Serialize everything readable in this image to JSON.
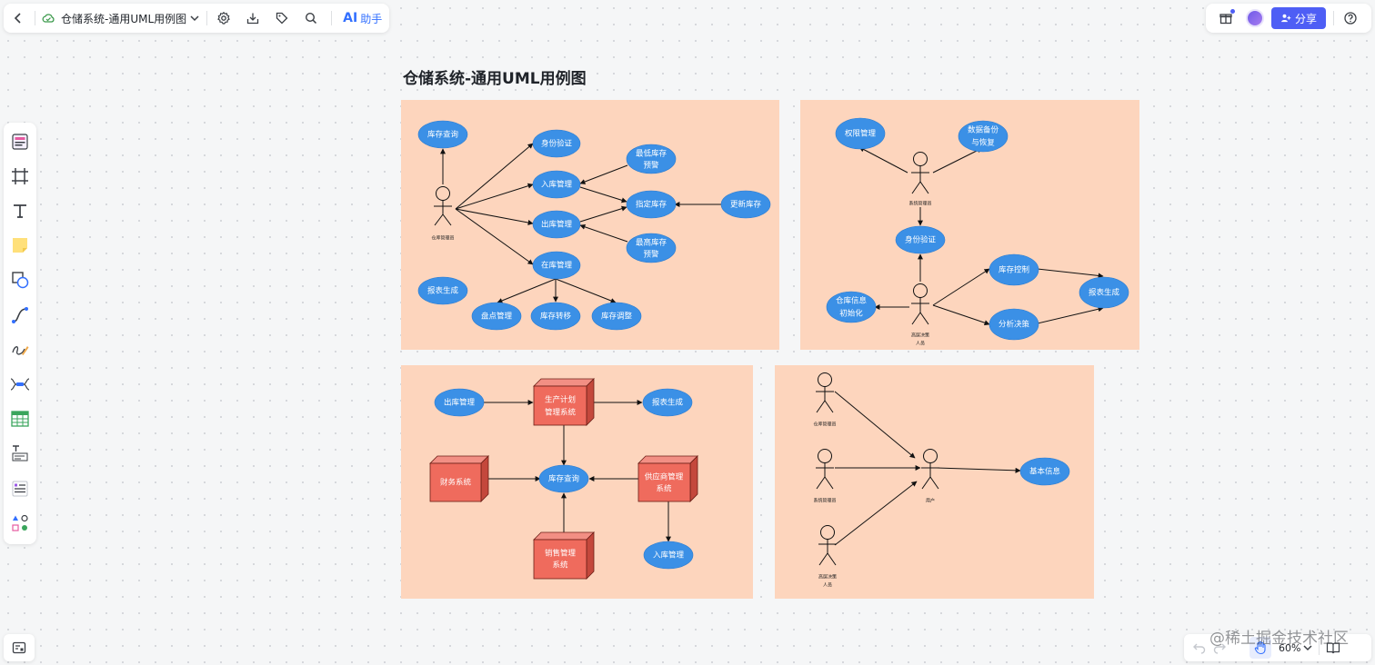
{
  "header": {
    "doc_title": "仓储系统-通用UML用例图",
    "ai_badge": "AI",
    "ai_label": "助手"
  },
  "header_right": {
    "share_label": "分享"
  },
  "page": {
    "title": "仓储系统-通用UML用例图"
  },
  "zoom": {
    "level": "60%"
  },
  "watermark": "@稀土掘金技术社区",
  "colors": {
    "panel": "#fdd5bd",
    "ellipse": "#3b90e6",
    "box": "#ef6b5d",
    "accent": "#4e5ef5"
  },
  "diagram1": {
    "actor": "仓库管理员",
    "u_query": "库存查询",
    "u_auth": "身份验证",
    "u_in": "入库管理",
    "u_out": "出库管理",
    "u_stock": "在库管理",
    "u_report": "报表生成",
    "u_min_l1": "最低库存",
    "u_min_l2": "预警",
    "u_assign": "指定库存",
    "u_update": "更新库存",
    "u_max_l1": "最高库存",
    "u_max_l2": "预警",
    "u_count": "盘点管理",
    "u_transfer": "库存转移",
    "u_adjust": "库存调整"
  },
  "diagram2": {
    "actor_admin": "系统管理员",
    "actor_exec_l1": "高层决策",
    "actor_exec_l2": "人员",
    "u_perm": "权限管理",
    "u_backup_l1": "数据备份",
    "u_backup_l2": "与恢复",
    "u_auth": "身份验证",
    "u_control": "库存控制",
    "u_report": "报表生成",
    "u_init_l1": "仓库信息",
    "u_init_l2": "初始化",
    "u_analysis": "分析决策"
  },
  "diagram3": {
    "u_out": "出库管理",
    "sys_prod_l1": "生产计划",
    "sys_prod_l2": "管理系统",
    "u_report": "报表生成",
    "sys_fin": "财务系统",
    "u_query": "库存查询",
    "sys_supplier_l1": "供应商管理",
    "sys_supplier_l2": "系统",
    "sys_sales_l1": "销售管理",
    "sys_sales_l2": "系统",
    "u_in": "入库管理"
  },
  "diagram4": {
    "actor_wh": "仓库管理员",
    "actor_sys": "系统管理员",
    "actor_exec_l1": "高层决策",
    "actor_exec_l2": "人员",
    "actor_user": "用户",
    "u_basic": "基本信息"
  }
}
